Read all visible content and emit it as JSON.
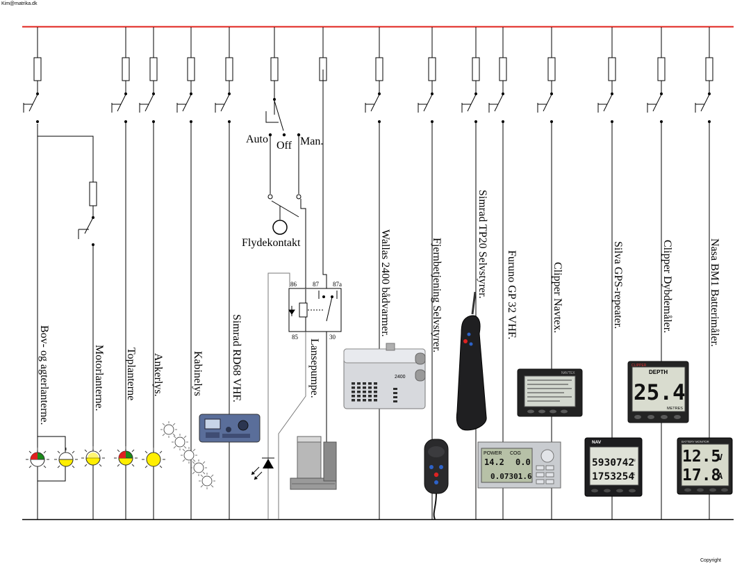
{
  "header_text": "Kim@matrika.dk",
  "copyright_text": "Copyright",
  "colors": {
    "supply": "#e0201a",
    "ground": "#000000",
    "lamp_red": "#e02020",
    "lamp_green": "#1a8a1a",
    "lamp_yellow": "#ffee00"
  },
  "circuits": [
    {
      "label": "Bov- og agterlanterne."
    },
    {
      "label": "Motorlanterne."
    },
    {
      "label": "Toplanterne"
    },
    {
      "label": "Ankerlys."
    },
    {
      "label": "Kabinelys"
    },
    {
      "label": "Simrad RD68 VHF."
    },
    {
      "label": "Lansepumpe."
    },
    {
      "label": "Wallas 2400 bådvarmer."
    },
    {
      "label": "Fjernbetjening Selvstyrer."
    },
    {
      "label": "Simrad TP20 Selvstyrer."
    },
    {
      "label": "Furuno GP 32 VHF."
    },
    {
      "label": "Clipper Navtex."
    },
    {
      "label": "Silva GPS-repeater."
    },
    {
      "label": "Clipper Dybdemåler."
    },
    {
      "label": "Nasa BM1 Batterimåler."
    }
  ],
  "pump_switch": {
    "auto": "Auto",
    "off": "Off",
    "man": "Man.",
    "float_switch": "Flydekontakt"
  },
  "relay": {
    "t86": "86",
    "t87": "87",
    "t87a": "87a",
    "t85": "85",
    "t30": "30"
  },
  "heater": {
    "model": "2400"
  },
  "gps": {
    "power_label": "POWER",
    "cog_label": "COG",
    "speed": "14.2",
    "cog": "0.0",
    "trip": "0.07301.6"
  },
  "navtex": {
    "brand": "NAVTEX"
  },
  "depth": {
    "brand": "CLIPPER",
    "title": "DEPTH",
    "value": "25.4",
    "unit": "METRES"
  },
  "gps_repeater": {
    "brand": "NAV",
    "lat": "5930742",
    "lat_hem": "N",
    "lon": "1753254",
    "lon_hem": "E"
  },
  "battery": {
    "title": "BATTERY MONITOR",
    "volts": "12.5",
    "volts_unit": "V",
    "amps": "17.8",
    "amps_unit": "A"
  }
}
